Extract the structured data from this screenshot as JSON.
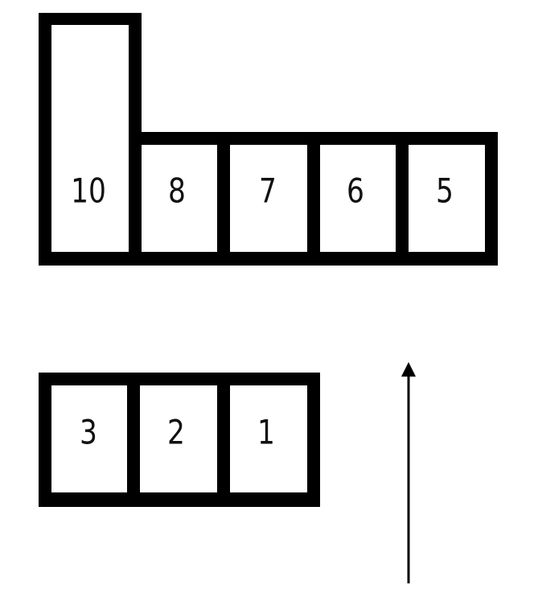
{
  "colors": {
    "stroke": "#000000",
    "background": "#ffffff",
    "label": "#111111"
  },
  "upper_group": {
    "tall_slot": {
      "label": "10"
    },
    "slots": [
      {
        "label": "8"
      },
      {
        "label": "7"
      },
      {
        "label": "6"
      },
      {
        "label": "5"
      }
    ]
  },
  "lower_group": {
    "slots": [
      {
        "label": "3"
      },
      {
        "label": "2"
      },
      {
        "label": "1"
      }
    ]
  },
  "arrow": {
    "direction": "up"
  }
}
